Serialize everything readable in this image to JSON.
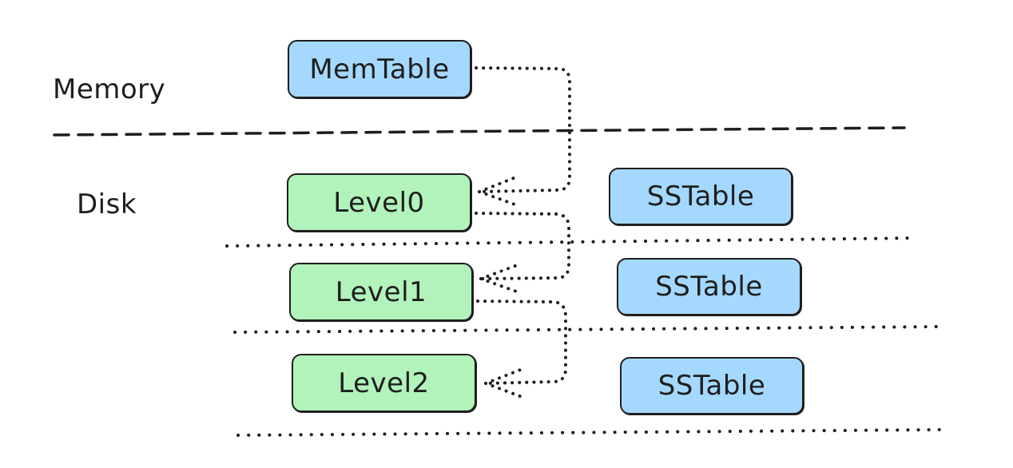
{
  "diagram": {
    "regions": {
      "memory_label": "Memory",
      "disk_label": "Disk"
    },
    "memtable": {
      "label": "MemTable"
    },
    "levels": [
      {
        "label": "Level0"
      },
      {
        "label": "Level1"
      },
      {
        "label": "Level2"
      }
    ],
    "sstables": [
      {
        "label": "SSTable"
      },
      {
        "label": "SSTable"
      },
      {
        "label": "SSTable"
      }
    ],
    "colors": {
      "memtable_fill": "#a5d8ff",
      "level_fill": "#b2f2bb",
      "sstable_fill": "#a5d8ff",
      "stroke": "#1e1e1e"
    }
  }
}
